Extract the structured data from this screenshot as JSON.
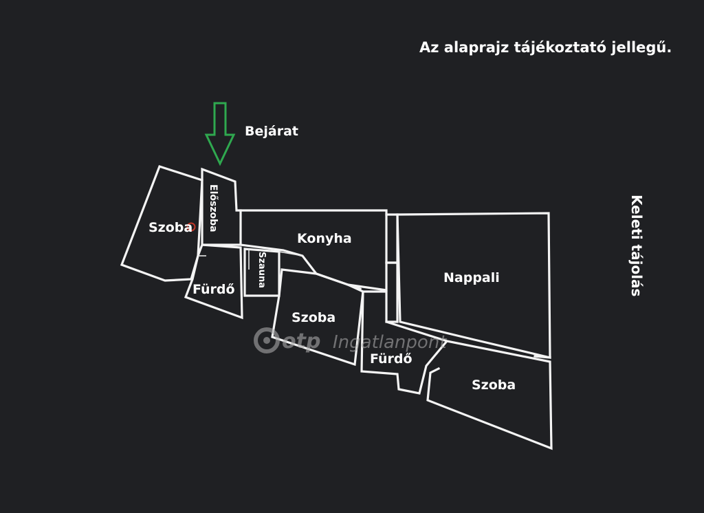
{
  "disclaimer": "Az alaprajz tájékoztató jellegű.",
  "entrance": {
    "label": "Bejárat",
    "arrow_color": "#2fa84f"
  },
  "orientation_label": "Keleti tájolás",
  "rooms": {
    "szoba_left": "Szoba",
    "eloszoba": "Előszoba",
    "konyha": "Konyha",
    "nappali": "Nappali",
    "szauna": "Szauna",
    "furdo_left": "Fürdő",
    "szoba_middle": "Szoba",
    "furdo_right": "Fürdő",
    "szoba_right": "Szoba"
  },
  "watermark": {
    "brand": "otp",
    "suffix": "Ingatlanpont"
  },
  "colors": {
    "background": "#1f2023",
    "walls": "#f4f4f4",
    "text": "#ffffff",
    "arrow": "#2fa84f",
    "marker": "#c0392b"
  }
}
